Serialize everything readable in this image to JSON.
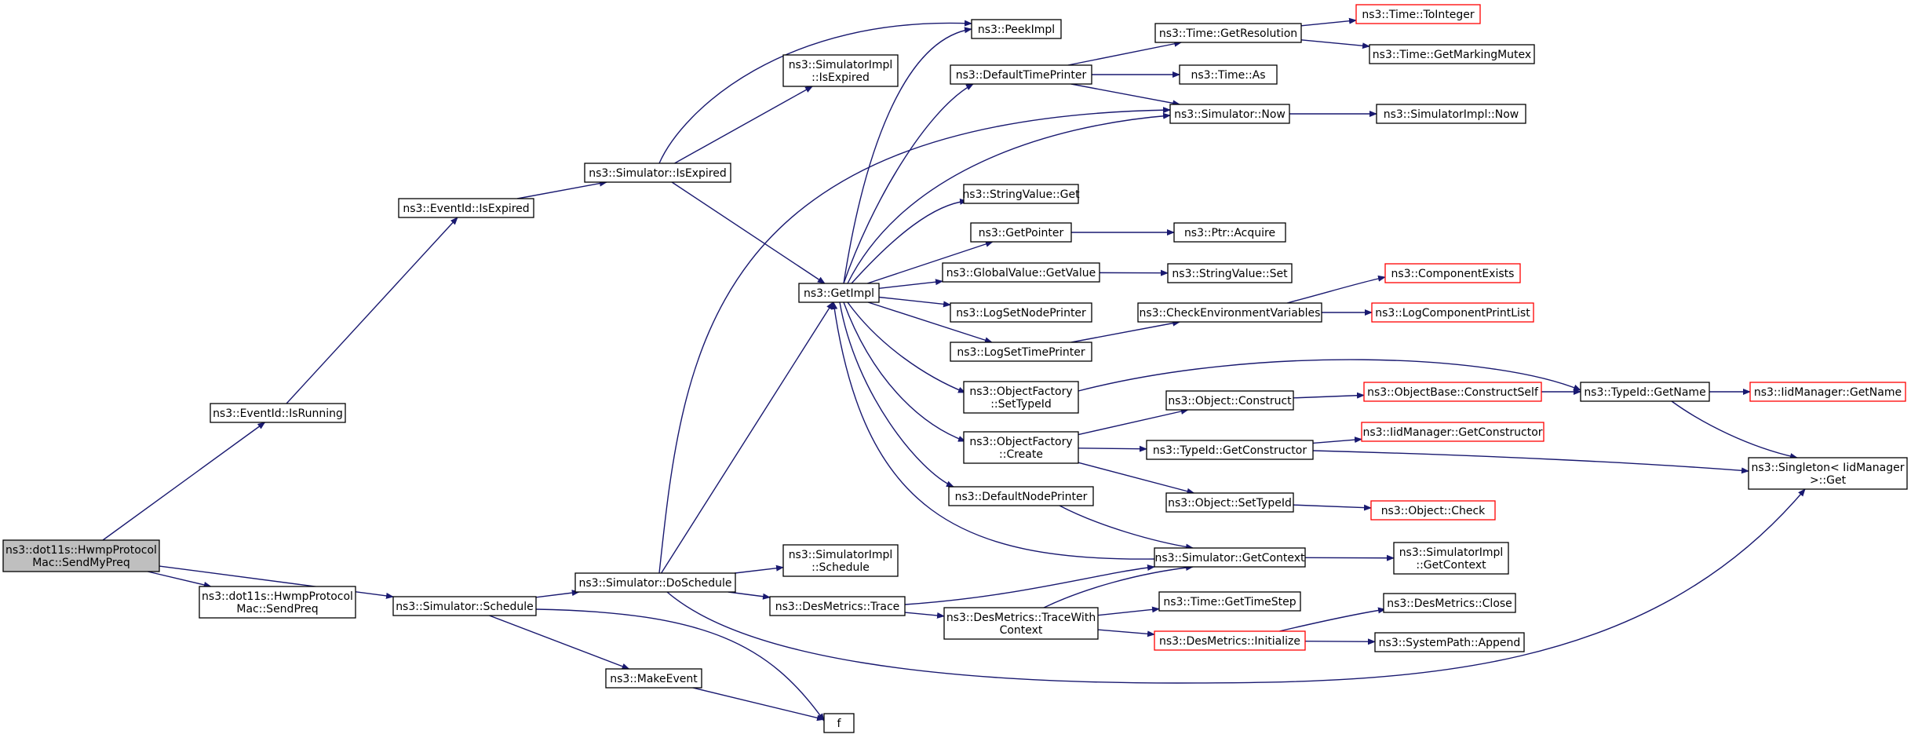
{
  "colors": {
    "edge": "#191970",
    "node_border": "#000000",
    "truncated_border": "#ff0000",
    "root_fill": "#bfbfbf",
    "node_fill": "#ffffff"
  },
  "nodes": [
    {
      "id": "send_my_preq",
      "lines": [
        "ns3::dot11s::HwmpProtocol",
        "Mac::SendMyPreq"
      ],
      "root": true
    },
    {
      "id": "send_preq",
      "lines": [
        "ns3::dot11s::HwmpProtocol",
        "Mac::SendPreq"
      ]
    },
    {
      "id": "eventid_isrunning",
      "lines": [
        "ns3::EventId::IsRunning"
      ]
    },
    {
      "id": "eventid_isexpired",
      "lines": [
        "ns3::EventId::IsExpired"
      ]
    },
    {
      "id": "sim_isexpired",
      "lines": [
        "ns3::Simulator::IsExpired"
      ]
    },
    {
      "id": "peekimpl",
      "lines": [
        "ns3::PeekImpl"
      ]
    },
    {
      "id": "simimpl_isexpired",
      "lines": [
        "ns3::SimulatorImpl",
        "::IsExpired"
      ]
    },
    {
      "id": "getimpl",
      "lines": [
        "ns3::GetImpl"
      ]
    },
    {
      "id": "sim_schedule",
      "lines": [
        "ns3::Simulator::Schedule"
      ]
    },
    {
      "id": "sim_doschedule",
      "lines": [
        "ns3::Simulator::DoSchedule"
      ]
    },
    {
      "id": "makeevent",
      "lines": [
        "ns3::MakeEvent"
      ]
    },
    {
      "id": "f",
      "lines": [
        "f"
      ]
    },
    {
      "id": "simimpl_schedule",
      "lines": [
        "ns3::SimulatorImpl",
        "::Schedule"
      ]
    },
    {
      "id": "desmetrics_trace",
      "lines": [
        "ns3::DesMetrics::Trace"
      ]
    },
    {
      "id": "desmetrics_tracewithcontext",
      "lines": [
        "ns3::DesMetrics::TraceWith",
        "Context"
      ]
    },
    {
      "id": "defaulttimeprinter",
      "lines": [
        "ns3::DefaultTimePrinter"
      ]
    },
    {
      "id": "stringvalue_get",
      "lines": [
        "ns3::StringValue::Get"
      ]
    },
    {
      "id": "getpointer",
      "lines": [
        "ns3::GetPointer"
      ]
    },
    {
      "id": "globalvalue_getvalue",
      "lines": [
        "ns3::GlobalValue::GetValue"
      ]
    },
    {
      "id": "logsetnodeprinter",
      "lines": [
        "ns3::LogSetNodePrinter"
      ]
    },
    {
      "id": "logsettimeprinter",
      "lines": [
        "ns3::LogSetTimePrinter"
      ]
    },
    {
      "id": "objectfactory_settypeid",
      "lines": [
        "ns3::ObjectFactory",
        "::SetTypeId"
      ]
    },
    {
      "id": "objectfactory_create",
      "lines": [
        "ns3::ObjectFactory",
        "::Create"
      ]
    },
    {
      "id": "defaultnodeprinter",
      "lines": [
        "ns3::DefaultNodePrinter"
      ]
    },
    {
      "id": "time_getresolution",
      "lines": [
        "ns3::Time::GetResolution"
      ]
    },
    {
      "id": "time_as",
      "lines": [
        "ns3::Time::As"
      ]
    },
    {
      "id": "simulator_now",
      "lines": [
        "ns3::Simulator::Now"
      ]
    },
    {
      "id": "time_tointeger",
      "lines": [
        "ns3::Time::ToInteger"
      ],
      "truncated": true
    },
    {
      "id": "time_getmarkingmutex",
      "lines": [
        "ns3::Time::GetMarkingMutex"
      ]
    },
    {
      "id": "simimpl_now",
      "lines": [
        "ns3::SimulatorImpl::Now"
      ]
    },
    {
      "id": "ptr_acquire",
      "lines": [
        "ns3::Ptr::Acquire"
      ]
    },
    {
      "id": "stringvalue_set",
      "lines": [
        "ns3::StringValue::Set"
      ]
    },
    {
      "id": "checkenvironmentvariables",
      "lines": [
        "ns3::CheckEnvironmentVariables"
      ]
    },
    {
      "id": "componentexists",
      "lines": [
        "ns3::ComponentExists"
      ],
      "truncated": true
    },
    {
      "id": "logcomponentprintlist",
      "lines": [
        "ns3::LogComponentPrintList"
      ],
      "truncated": true
    },
    {
      "id": "object_construct",
      "lines": [
        "ns3::Object::Construct"
      ]
    },
    {
      "id": "objectbase_constructself",
      "lines": [
        "ns3::ObjectBase::ConstructSelf"
      ],
      "truncated": true
    },
    {
      "id": "typeid_getname",
      "lines": [
        "ns3::TypeId::GetName"
      ]
    },
    {
      "id": "iidmanager_getname",
      "lines": [
        "ns3::IidManager::GetName"
      ],
      "truncated": true
    },
    {
      "id": "typeid_getconstructor",
      "lines": [
        "ns3::TypeId::GetConstructor"
      ]
    },
    {
      "id": "iidmanager_getconstructor",
      "lines": [
        "ns3::IidManager::GetConstructor"
      ],
      "truncated": true
    },
    {
      "id": "singleton_get",
      "lines": [
        "ns3::Singleton< IidManager",
        ">::Get"
      ]
    },
    {
      "id": "object_settypeid",
      "lines": [
        "ns3::Object::SetTypeId"
      ]
    },
    {
      "id": "object_check",
      "lines": [
        "ns3::Object::Check"
      ],
      "truncated": true
    },
    {
      "id": "simulator_getcontext",
      "lines": [
        "ns3::Simulator::GetContext"
      ]
    },
    {
      "id": "simimpl_getcontext",
      "lines": [
        "ns3::SimulatorImpl",
        "::GetContext"
      ]
    },
    {
      "id": "time_gettimestep",
      "lines": [
        "ns3::Time::GetTimeStep"
      ]
    },
    {
      "id": "desmetrics_initialize",
      "lines": [
        "ns3::DesMetrics::Initialize"
      ],
      "truncated": true
    },
    {
      "id": "desmetrics_close",
      "lines": [
        "ns3::DesMetrics::Close"
      ]
    },
    {
      "id": "systempath_append",
      "lines": [
        "ns3::SystemPath::Append"
      ]
    }
  ],
  "edges": [
    [
      "send_my_preq",
      "eventid_isrunning"
    ],
    [
      "send_my_preq",
      "send_preq"
    ],
    [
      "send_my_preq",
      "sim_schedule"
    ],
    [
      "eventid_isrunning",
      "eventid_isexpired"
    ],
    [
      "eventid_isexpired",
      "sim_isexpired"
    ],
    [
      "sim_isexpired",
      "peekimpl"
    ],
    [
      "sim_isexpired",
      "simimpl_isexpired"
    ],
    [
      "sim_isexpired",
      "getimpl"
    ],
    [
      "sim_schedule",
      "sim_doschedule"
    ],
    [
      "sim_schedule",
      "makeevent"
    ],
    [
      "sim_schedule",
      "f"
    ],
    [
      "makeevent",
      "f"
    ],
    [
      "sim_doschedule",
      "getimpl"
    ],
    [
      "sim_doschedule",
      "simimpl_schedule"
    ],
    [
      "sim_doschedule",
      "desmetrics_trace"
    ],
    [
      "sim_doschedule",
      "simulator_now"
    ],
    [
      "sim_doschedule",
      "singleton_get"
    ],
    [
      "desmetrics_trace",
      "simulator_getcontext"
    ],
    [
      "desmetrics_trace",
      "desmetrics_tracewithcontext"
    ],
    [
      "desmetrics_tracewithcontext",
      "simulator_getcontext"
    ],
    [
      "desmetrics_tracewithcontext",
      "time_gettimestep"
    ],
    [
      "desmetrics_tracewithcontext",
      "desmetrics_initialize"
    ],
    [
      "desmetrics_initialize",
      "desmetrics_close"
    ],
    [
      "desmetrics_initialize",
      "systempath_append"
    ],
    [
      "getimpl",
      "peekimpl"
    ],
    [
      "getimpl",
      "defaulttimeprinter"
    ],
    [
      "getimpl",
      "simulator_now"
    ],
    [
      "getimpl",
      "stringvalue_get"
    ],
    [
      "getimpl",
      "getpointer"
    ],
    [
      "getimpl",
      "globalvalue_getvalue"
    ],
    [
      "getimpl",
      "logsetnodeprinter"
    ],
    [
      "getimpl",
      "logsettimeprinter"
    ],
    [
      "getimpl",
      "objectfactory_settypeid"
    ],
    [
      "getimpl",
      "objectfactory_create"
    ],
    [
      "getimpl",
      "defaultnodeprinter"
    ],
    [
      "simulator_getcontext",
      "getimpl"
    ],
    [
      "simulator_getcontext",
      "simimpl_getcontext"
    ],
    [
      "defaulttimeprinter",
      "time_getresolution"
    ],
    [
      "defaulttimeprinter",
      "time_as"
    ],
    [
      "defaulttimeprinter",
      "simulator_now"
    ],
    [
      "time_getresolution",
      "time_tointeger"
    ],
    [
      "time_getresolution",
      "time_getmarkingmutex"
    ],
    [
      "simulator_now",
      "simimpl_now"
    ],
    [
      "getpointer",
      "ptr_acquire"
    ],
    [
      "globalvalue_getvalue",
      "stringvalue_set"
    ],
    [
      "logsettimeprinter",
      "checkenvironmentvariables"
    ],
    [
      "checkenvironmentvariables",
      "componentexists"
    ],
    [
      "checkenvironmentvariables",
      "logcomponentprintlist"
    ],
    [
      "objectfactory_settypeid",
      "typeid_getname"
    ],
    [
      "objectfactory_create",
      "object_construct"
    ],
    [
      "objectfactory_create",
      "typeid_getconstructor"
    ],
    [
      "objectfactory_create",
      "object_settypeid"
    ],
    [
      "object_construct",
      "objectbase_constructself"
    ],
    [
      "objectbase_constructself",
      "typeid_getname"
    ],
    [
      "typeid_getname",
      "iidmanager_getname"
    ],
    [
      "typeid_getname",
      "singleton_get"
    ],
    [
      "typeid_getconstructor",
      "iidmanager_getconstructor"
    ],
    [
      "typeid_getconstructor",
      "singleton_get"
    ],
    [
      "object_settypeid",
      "object_check"
    ],
    [
      "defaultnodeprinter",
      "simulator_getcontext"
    ]
  ]
}
